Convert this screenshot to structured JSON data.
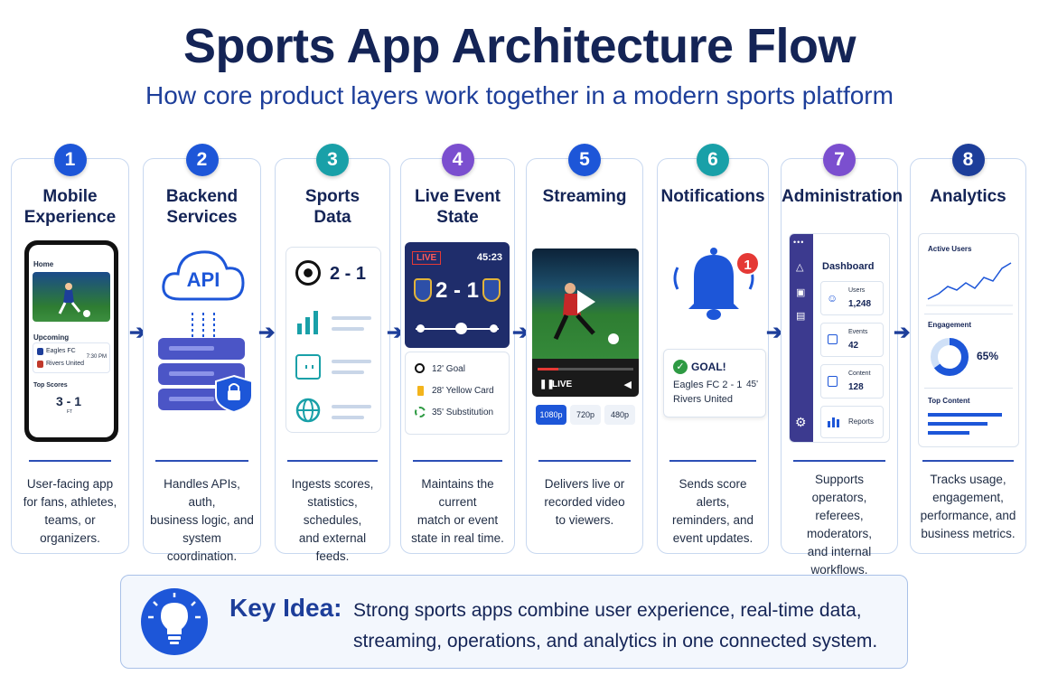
{
  "header": {
    "title": "Sports App Architecture Flow",
    "subtitle": "How core product layers work together in a modern sports platform"
  },
  "colors": {
    "title": "#142456",
    "accent_blue": "#1d56d8",
    "teal": "#19a0a8",
    "purple": "#7b4fcf",
    "navy": "#1f2d6b"
  },
  "steps": [
    {
      "number": "1",
      "title_line1": "Mobile",
      "title_line2": "Experience",
      "desc": [
        "User-facing app",
        "for fans, athletes,",
        "teams, or organizers."
      ],
      "badge_color": "#1d56d8"
    },
    {
      "number": "2",
      "title_line1": "Backend",
      "title_line2": "Services",
      "desc": [
        "Handles APIs, auth,",
        "business logic, and",
        "system coordination."
      ],
      "badge_color": "#1d56d8"
    },
    {
      "number": "3",
      "title_line1": "Sports",
      "title_line2": "Data",
      "desc": [
        "Ingests scores,",
        "statistics, schedules,",
        "and external feeds."
      ],
      "badge_color": "#19a0a8"
    },
    {
      "number": "4",
      "title_line1": "Live Event",
      "title_line2": "State",
      "desc": [
        "Maintains the current",
        "match or event",
        "state in real time."
      ],
      "badge_color": "#7b4fcf"
    },
    {
      "number": "5",
      "title_line1": "Streaming",
      "title_line2": "",
      "desc": [
        "Delivers live or",
        "recorded video",
        "to viewers."
      ],
      "badge_color": "#1d56d8"
    },
    {
      "number": "6",
      "title_line1": "Notifications",
      "title_line2": "",
      "desc": [
        "Sends score alerts,",
        "reminders, and",
        "event updates."
      ],
      "badge_color": "#19a0a8"
    },
    {
      "number": "7",
      "title_line1": "Administration",
      "title_line2": "",
      "desc": [
        "Supports operators,",
        "referees, moderators,",
        "and internal",
        "workflows."
      ],
      "badge_color": "#7b4fcf"
    },
    {
      "number": "8",
      "title_line1": "Analytics",
      "title_line2": "",
      "desc": [
        "Tracks usage,",
        "engagement,",
        "performance, and",
        "business metrics."
      ],
      "badge_color": "#1d3e9a"
    }
  ],
  "mobile": {
    "home": "Home",
    "upcoming": "Upcoming",
    "team1": "Eagles FC",
    "team2": "Rivers United",
    "time": "7:30 PM",
    "top_scores": "Top Scores",
    "score": "3 - 1",
    "ft": "FT"
  },
  "backend": {
    "api": "API"
  },
  "sports_data": {
    "score": "2 - 1"
  },
  "live": {
    "badge": "LIVE",
    "clock": "45:23",
    "score": "2 - 1",
    "events": [
      "12' Goal",
      "28' Yellow Card",
      "35' Substitution"
    ]
  },
  "streaming": {
    "live_label": "LIVE",
    "qualities": [
      "1080p",
      "720p",
      "480p"
    ]
  },
  "notifications": {
    "count": "1",
    "goal": "GOAL!",
    "line1": "Eagles FC 2 - 1",
    "minute": "45'",
    "line2": "Rivers United"
  },
  "admin": {
    "dashboard": "Dashboard",
    "users_label": "Users",
    "users_value": "1,248",
    "events_label": "Events",
    "events_value": "42",
    "content_label": "Content",
    "content_value": "128",
    "reports_label": "Reports"
  },
  "analytics": {
    "active_users": "Active Users",
    "engagement": "Engagement",
    "engagement_value": "65%",
    "engagement_fraction": 0.65,
    "top_content": "Top Content"
  },
  "key": {
    "label": "Key Idea:",
    "line1": "Strong sports apps combine user experience, real-time data,",
    "line2": "streaming, operations, and analytics in one connected system."
  }
}
